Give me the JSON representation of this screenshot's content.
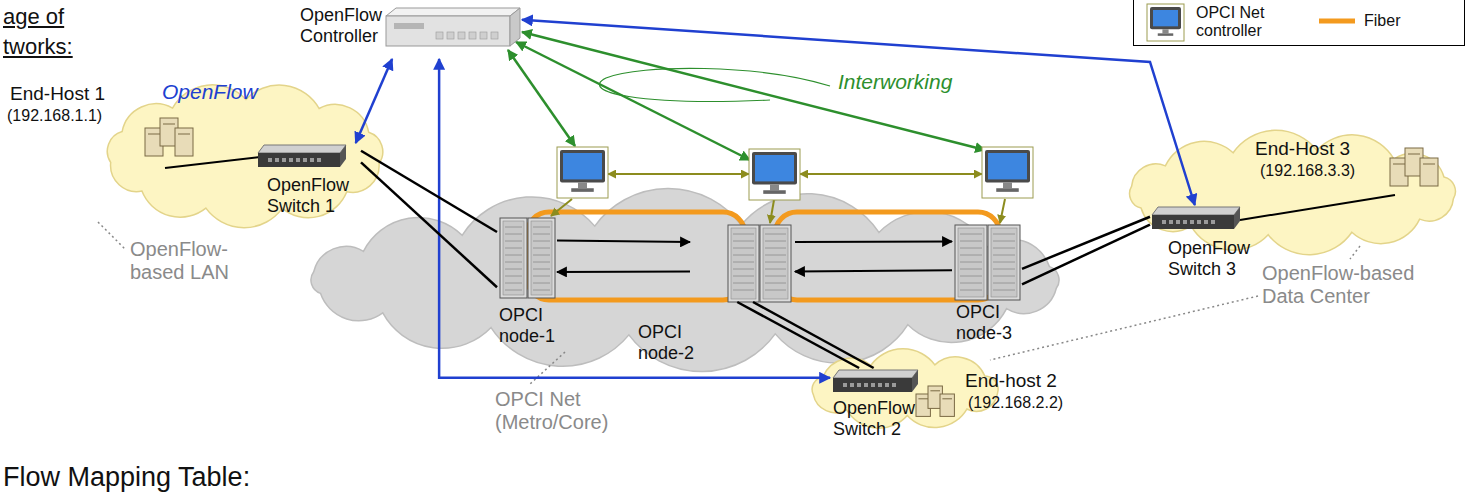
{
  "diagram": {
    "nodes": [
      {
        "text": [
          "OpenFlow Controller"
        ]
      },
      {
        "text": [
          "End-Host 1",
          "(192.168.1.1)"
        ]
      },
      {
        "text": [
          "OpenFlow Switch 1"
        ],
        "in": 1
      },
      {
        "text": [
          "OPCI node-1"
        ]
      },
      {
        "text": [
          "OPCI node-2"
        ]
      },
      {
        "text": [
          "OPCI node-3"
        ]
      },
      {
        "text": [
          "End-Host 3",
          "(192.168.3.3)"
        ]
      },
      {
        "text": [
          "OpenFlow Switch 3"
        ],
        "in": 6
      },
      {
        "text": [
          "End-host 2",
          "(192.168.2.2)"
        ]
      },
      {
        "text": [
          "OpenFlow Switch 2"
        ],
        "in": 8
      }
    ],
    "edges": [
      {
        "from": 0,
        "to": 2,
        "arrow": "both",
        "label": "OpenFlow"
      },
      {
        "from": 0,
        "to": 7,
        "arrow": "both"
      },
      {
        "from": 0,
        "to": 9,
        "arrow": "both"
      },
      {
        "from": 2,
        "to": 3,
        "arrow": "none"
      },
      {
        "from": 2,
        "to": 3,
        "arrow": "none"
      },
      {
        "from": 3,
        "to": 4,
        "arrow": "to"
      },
      {
        "from": 4,
        "to": 3,
        "arrow": "to"
      },
      {
        "from": 4,
        "to": 5,
        "arrow": "to"
      },
      {
        "from": 5,
        "to": 4,
        "arrow": "to"
      },
      {
        "from": 4,
        "to": 9,
        "arrow": "none"
      },
      {
        "from": 4,
        "to": 9,
        "arrow": "none"
      },
      {
        "from": 5,
        "to": 7,
        "arrow": "none"
      },
      {
        "from": 5,
        "to": 7,
        "arrow": "none"
      }
    ],
    "labels": [
      "age of",
      "tworks:",
      "Interworking",
      "OpenFlow-based LAN",
      "OPCI Net (Metro/Core)",
      "OpenFlow-based Data Center",
      "Flow Mapping Table:"
    ],
    "legend": [
      {
        "text": "OPCI Net controller"
      },
      {
        "text": "Fiber"
      }
    ]
  }
}
